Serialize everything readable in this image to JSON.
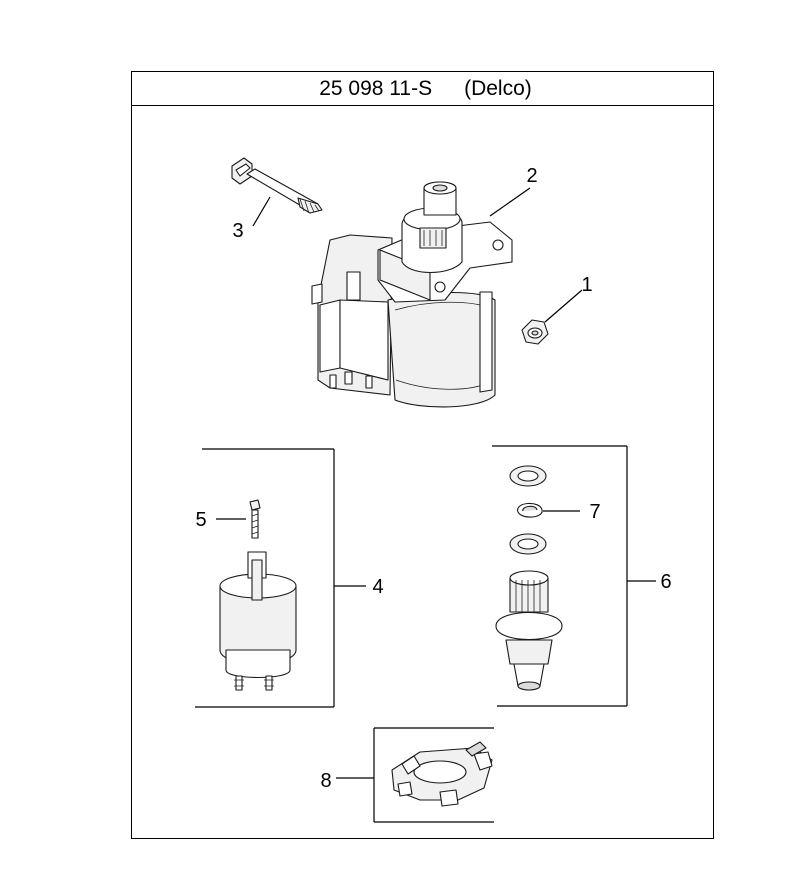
{
  "diagram": {
    "title": "25 098 11-S",
    "subtitle": "(Delco)"
  },
  "callouts": [
    {
      "id": "1",
      "label": "1",
      "part": "nut"
    },
    {
      "id": "2",
      "label": "2",
      "part": "starter-motor"
    },
    {
      "id": "3",
      "label": "3",
      "part": "bolt"
    },
    {
      "id": "4",
      "label": "4",
      "part": "solenoid-kit"
    },
    {
      "id": "5",
      "label": "5",
      "part": "screw"
    },
    {
      "id": "6",
      "label": "6",
      "part": "drive-kit"
    },
    {
      "id": "7",
      "label": "7",
      "part": "retaining-ring"
    },
    {
      "id": "8",
      "label": "8",
      "part": "brush-holder"
    }
  ],
  "colors": {
    "line": "#000000",
    "background": "#ffffff",
    "part_shade": "#f1f1f1"
  }
}
